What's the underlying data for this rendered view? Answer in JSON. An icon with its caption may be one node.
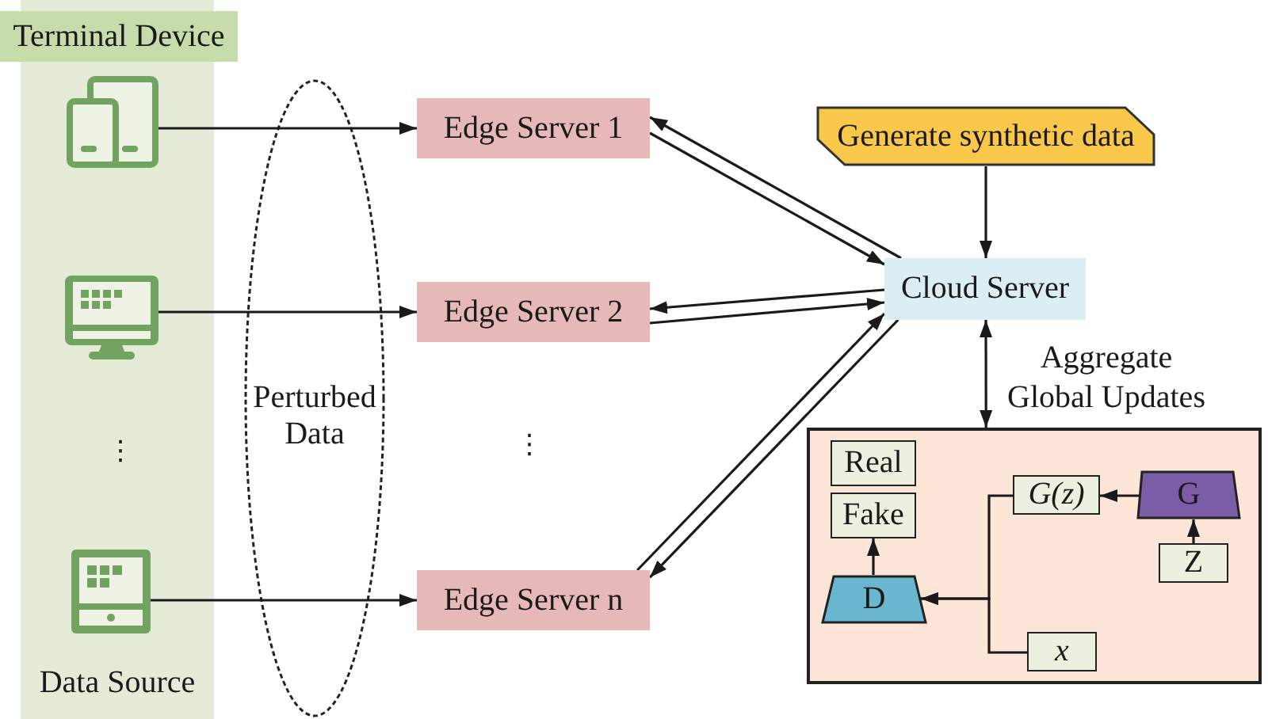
{
  "diagram": {
    "nodes": [
      {
        "text": [
          "Terminal Device"
        ]
      },
      {
        "text": [
          "Data Source"
        ]
      },
      {
        "text": [],
        "shape": "picture",
        "in": 1
      },
      {
        "text": [],
        "shape": "picture",
        "in": 1
      },
      {
        "text": [],
        "shape": "picture",
        "in": 1
      },
      {
        "text": [
          "Edge Server 1"
        ]
      },
      {
        "text": [
          "Edge Server 2"
        ]
      },
      {
        "text": [
          "Edge Server n"
        ]
      },
      {
        "text": [
          "Generate synthetic data"
        ]
      },
      {
        "text": [
          "Cloud Server"
        ]
      },
      {
        "text": [],
        "shape": "box"
      },
      {
        "text": [
          "Real"
        ],
        "in": 10
      },
      {
        "text": [
          "Fake"
        ],
        "in": 10
      },
      {
        "text": [
          "D"
        ],
        "in": 10
      },
      {
        "text": [
          "G(z)"
        ],
        "in": 10
      },
      {
        "text": [
          "G"
        ],
        "in": 10
      },
      {
        "text": [
          "Z"
        ],
        "in": 10
      },
      {
        "text": [
          "x"
        ],
        "in": 10
      }
    ],
    "edges": [
      {
        "from": 2,
        "to": 5,
        "arrow": "to"
      },
      {
        "from": 3,
        "to": 6,
        "arrow": "to"
      },
      {
        "from": 4,
        "to": 7,
        "arrow": "to"
      },
      {
        "from": 9,
        "to": 5,
        "arrow": "to"
      },
      {
        "from": 5,
        "to": 9,
        "arrow": "to"
      },
      {
        "from": 9,
        "to": 6,
        "arrow": "to"
      },
      {
        "from": 6,
        "to": 9,
        "arrow": "to"
      },
      {
        "from": 7,
        "to": 9,
        "arrow": "to"
      },
      {
        "from": 9,
        "to": 7,
        "arrow": "to"
      },
      {
        "from": 8,
        "to": 9,
        "arrow": "to"
      },
      {
        "from": 9,
        "to": 10,
        "arrow": "both",
        "label": "Aggregate Global Updates"
      },
      {
        "from": 13,
        "to": 12,
        "arrow": "to"
      },
      {
        "from": 15,
        "to": 14,
        "arrow": "to"
      },
      {
        "from": 16,
        "to": 15,
        "arrow": "to"
      },
      {
        "from": 14,
        "to": 13,
        "arrow": "to"
      },
      {
        "from": 17,
        "to": 13,
        "arrow": "to"
      }
    ],
    "labels": [
      "⋮",
      "Perturbed Data",
      "⋮"
    ]
  }
}
